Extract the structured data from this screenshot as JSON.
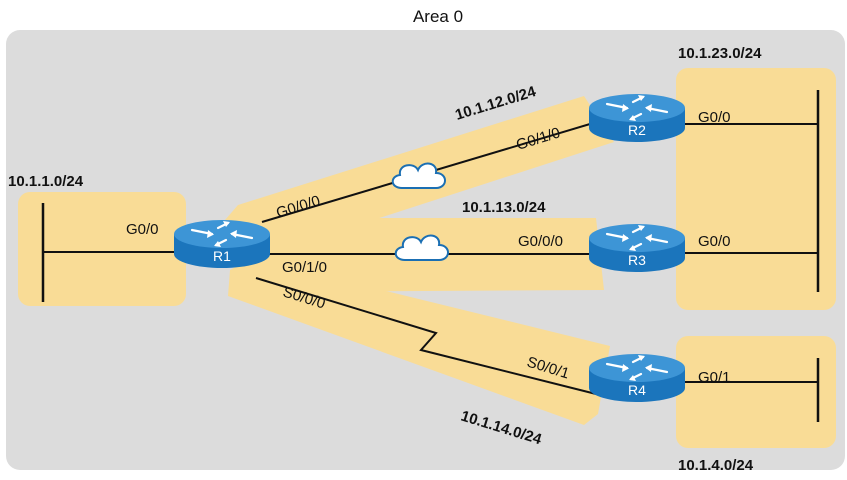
{
  "area": {
    "title": "Area 0",
    "background": "#dcdcdc",
    "subnet_fill": "#f9dc96"
  },
  "routers": [
    {
      "name": "R1"
    },
    {
      "name": "R2"
    },
    {
      "name": "R3"
    },
    {
      "name": "R4"
    }
  ],
  "subnets": {
    "r1_lan": "10.1.1.0/24",
    "r1_r2": "10.1.12.0/24",
    "r1_r3": "10.1.13.0/24",
    "r1_r4": "10.1.14.0/24",
    "r2_r3_lan": "10.1.23.0/24",
    "r4_lan": "10.1.4.0/24"
  },
  "interfaces": {
    "r1_lan": "G0/0",
    "r1_to_r2": "G0/0/0",
    "r1_to_r3": "G0/1/0",
    "r1_to_r4": "S0/0/0",
    "r2_to_r1": "G0/1/0",
    "r3_to_r1": "G0/0/0",
    "r4_to_r1": "S0/0/1",
    "r2_lan": "G0/0",
    "r3_lan": "G0/0",
    "r4_lan": "G0/1"
  },
  "colors": {
    "router_body": "#1b75bc",
    "router_top": "#3d95d6",
    "router_dark": "#0f5a94"
  }
}
